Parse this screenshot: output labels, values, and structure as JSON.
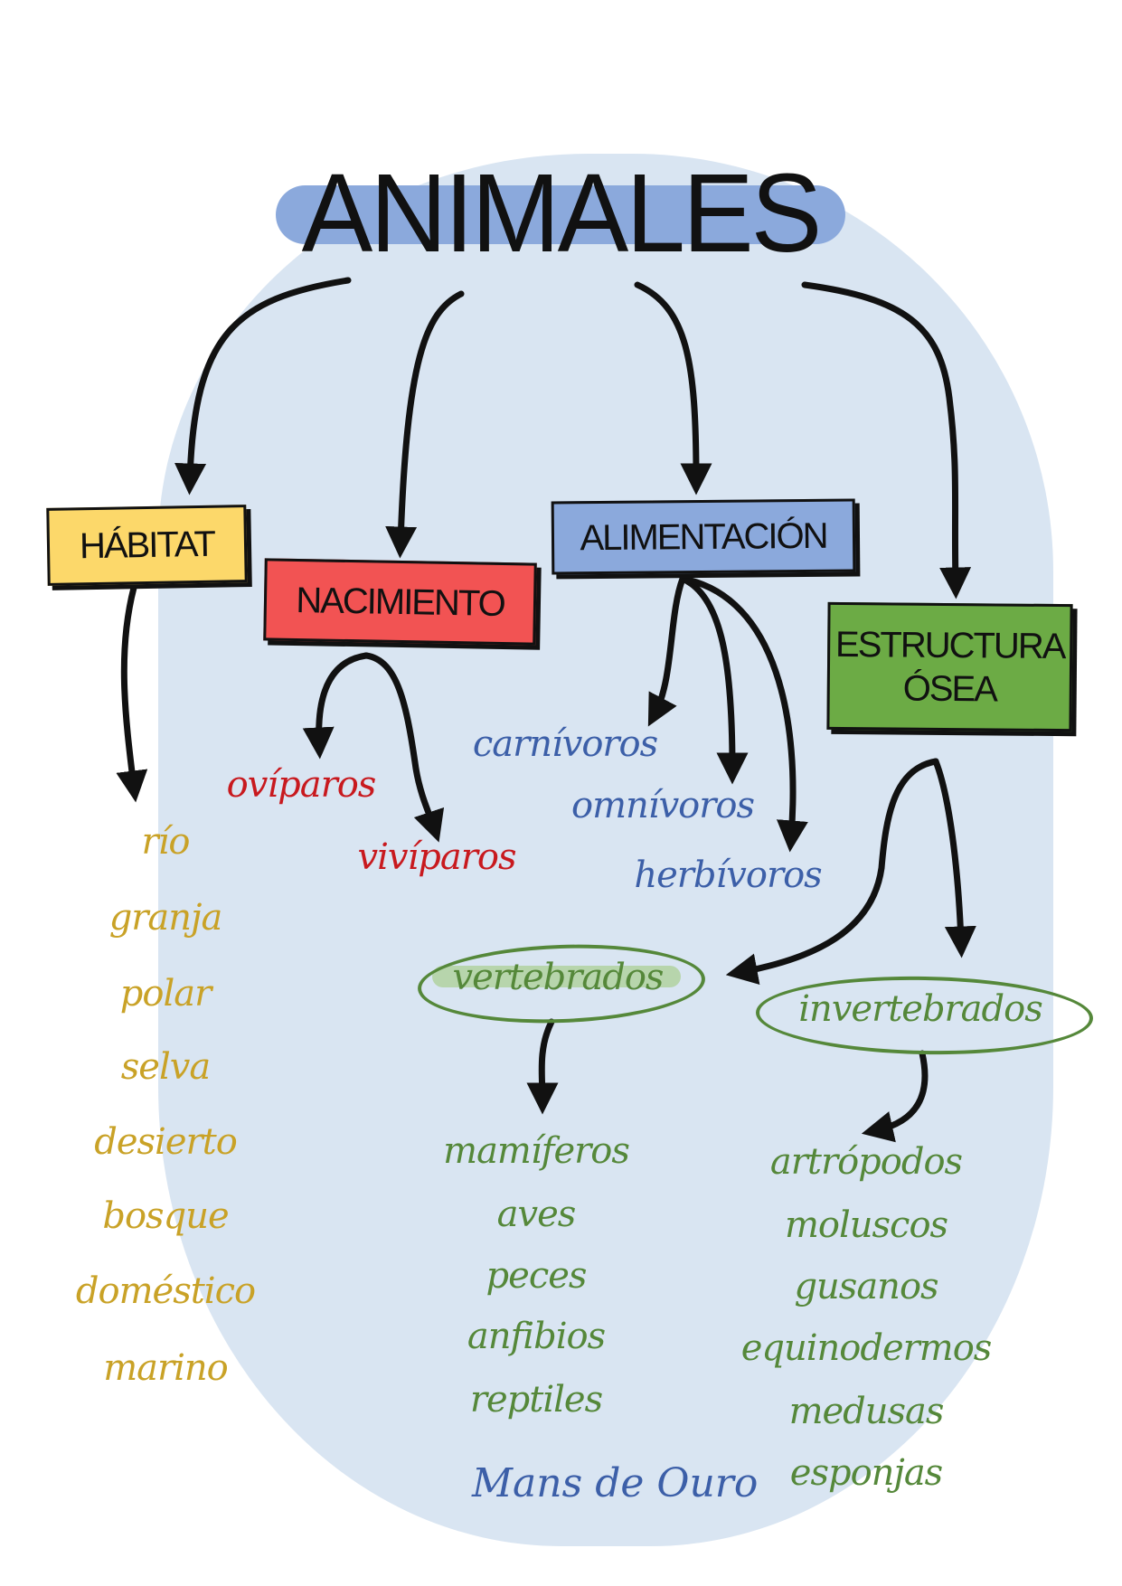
{
  "title": "ANIMALES",
  "categories": {
    "habitat": "HÁBITAT",
    "nacimiento": "NACIMIENTO",
    "alimentacion": "ALIMENTACIÓN",
    "estructura_line1": "ESTRUCTURA",
    "estructura_line2": "ÓSEA"
  },
  "habitat_items": [
    "río",
    "granja",
    "polar",
    "selva",
    "desierto",
    "bosque",
    "doméstico",
    "marino"
  ],
  "nacimiento_items": [
    "ovíparos",
    "vivíparos"
  ],
  "alimentacion_items": [
    "carnívoros",
    "omnívoros",
    "herbívoros"
  ],
  "estructura_groups": {
    "vertebrados": "vertebrados",
    "invertebrados": "invertebrados"
  },
  "vertebrados_items": [
    "mamíferos",
    "aves",
    "peces",
    "anfibios",
    "reptiles"
  ],
  "invertebrados_items": [
    "artrópodos",
    "moluscos",
    "gusanos",
    "equinodermos",
    "medusas",
    "esponjas"
  ],
  "signature": "Mans de Ouro",
  "colors": {
    "habitat": "#fcd86a",
    "nacimiento": "#f25353",
    "alimentacion": "#8ba9dc",
    "estructura": "#6cab45",
    "background_blob": "#d9e5f2"
  }
}
